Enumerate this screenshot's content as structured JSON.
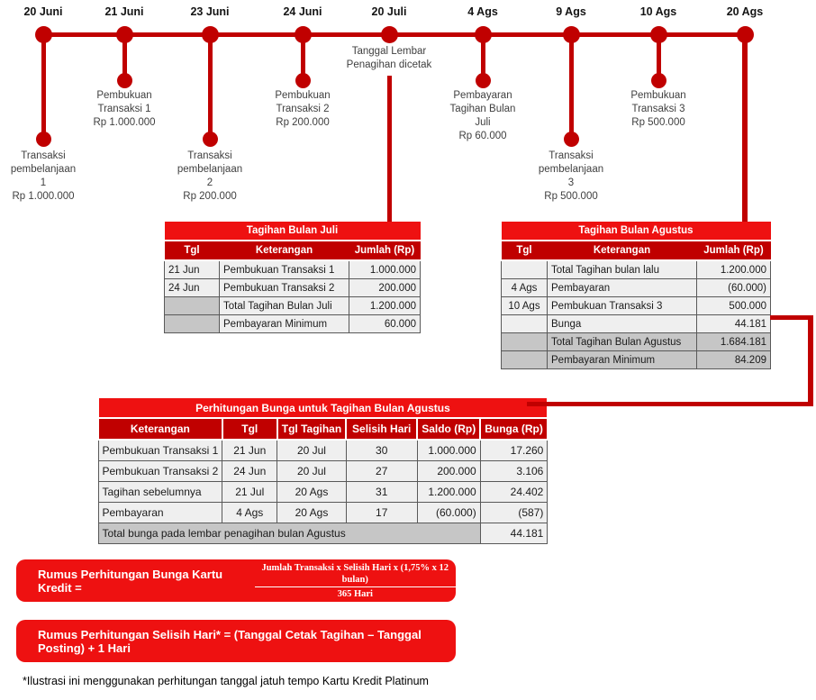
{
  "colors": {
    "timeline_dark_red": "#C00000",
    "title_bright_red": "#EE1111",
    "cell_light_gray": "#EFEFEF",
    "cell_dark_gray": "#C6C6C6"
  },
  "timeline": {
    "events": [
      {
        "date": "20 Juni",
        "label": "Transaksi\npembelanjaan\n1\nRp 1.000.000"
      },
      {
        "date": "21 Juni",
        "label": "Pembukuan\nTransaksi 1\nRp 1.000.000"
      },
      {
        "date": "23 Juni",
        "label": "Transaksi\npembelanjaan\n2\nRp 200.000"
      },
      {
        "date": "24 Juni",
        "label": "Pembukuan\nTransaksi 2\nRp 200.000"
      },
      {
        "date": "20 Juli",
        "label": "Tanggal Lembar\nPenagihan dicetak"
      },
      {
        "date": "4 Ags",
        "label": "Pembayaran\nTagihan Bulan\nJuli\nRp 60.000"
      },
      {
        "date": "9 Ags",
        "label": "Transaksi\npembelanjaan\n3\nRp 500.000"
      },
      {
        "date": "10 Ags",
        "label": "Pembukuan\nTransaksi 3\nRp 500.000"
      },
      {
        "date": "20 Ags",
        "label": ""
      }
    ]
  },
  "tables": {
    "juli": {
      "title": "Tagihan Bulan Juli",
      "headers": [
        "Tgl",
        "Keterangan",
        "Jumlah (Rp)"
      ],
      "rows": [
        [
          "21 Jun",
          "Pembukuan Transaksi 1",
          "1.000.000"
        ],
        [
          "24 Jun",
          "Pembukuan Transaksi 2",
          "200.000"
        ],
        [
          "",
          "Total Tagihan Bulan Juli",
          "1.200.000"
        ],
        [
          "",
          "Pembayaran Minimum",
          "60.000"
        ]
      ]
    },
    "agustus": {
      "title": "Tagihan Bulan Agustus",
      "headers": [
        "Tgl",
        "Keterangan",
        "Jumlah (Rp)"
      ],
      "rows": [
        [
          "",
          "Total Tagihan bulan lalu",
          "1.200.000"
        ],
        [
          "4 Ags",
          "Pembayaran",
          "(60.000)"
        ],
        [
          "10 Ags",
          "Pembukuan Transaksi 3",
          "500.000"
        ],
        [
          "",
          "Bunga",
          "44.181"
        ],
        [
          "",
          "Total Tagihan Bulan Agustus",
          "1.684.181"
        ],
        [
          "",
          "Pembayaran Minimum",
          "84.209"
        ]
      ]
    },
    "bunga": {
      "title": "Perhitungan Bunga untuk Tagihan Bulan Agustus",
      "headers": [
        "Keterangan",
        "Tgl",
        "Tgl Tagihan",
        "Selisih Hari",
        "Saldo (Rp)",
        "Bunga (Rp)"
      ],
      "rows": [
        [
          "Pembukuan Transaksi 1",
          "21 Jun",
          "20 Jul",
          "30",
          "1.000.000",
          "17.260"
        ],
        [
          "Pembukuan Transaksi 2",
          "24 Jun",
          "20 Jul",
          "27",
          "200.000",
          "3.106"
        ],
        [
          "Tagihan sebelumnya",
          "21 Jul",
          "20 Ags",
          "31",
          "1.200.000",
          "24.402"
        ],
        [
          "Pembayaran",
          "4 Ags",
          "20 Ags",
          "17",
          "(60.000)",
          "(587)"
        ]
      ],
      "total_label": "Total bunga pada lembar penagihan bulan Agustus",
      "total_value": "44.181"
    }
  },
  "formulas": {
    "bunga_label": "Rumus Perhitungan Bunga Kartu Kredit =",
    "bunga_numerator": "Jumlah Transaksi x Selisih Hari x (1,75% x 12 bulan)",
    "bunga_denominator": "365 Hari",
    "selisih": "Rumus Perhitungan Selisih Hari* = (Tanggal Cetak Tagihan – Tanggal Posting) + 1 Hari"
  },
  "footnote": "*Ilustrasi ini menggunakan perhitungan tanggal jatuh tempo Kartu Kredit Platinum"
}
